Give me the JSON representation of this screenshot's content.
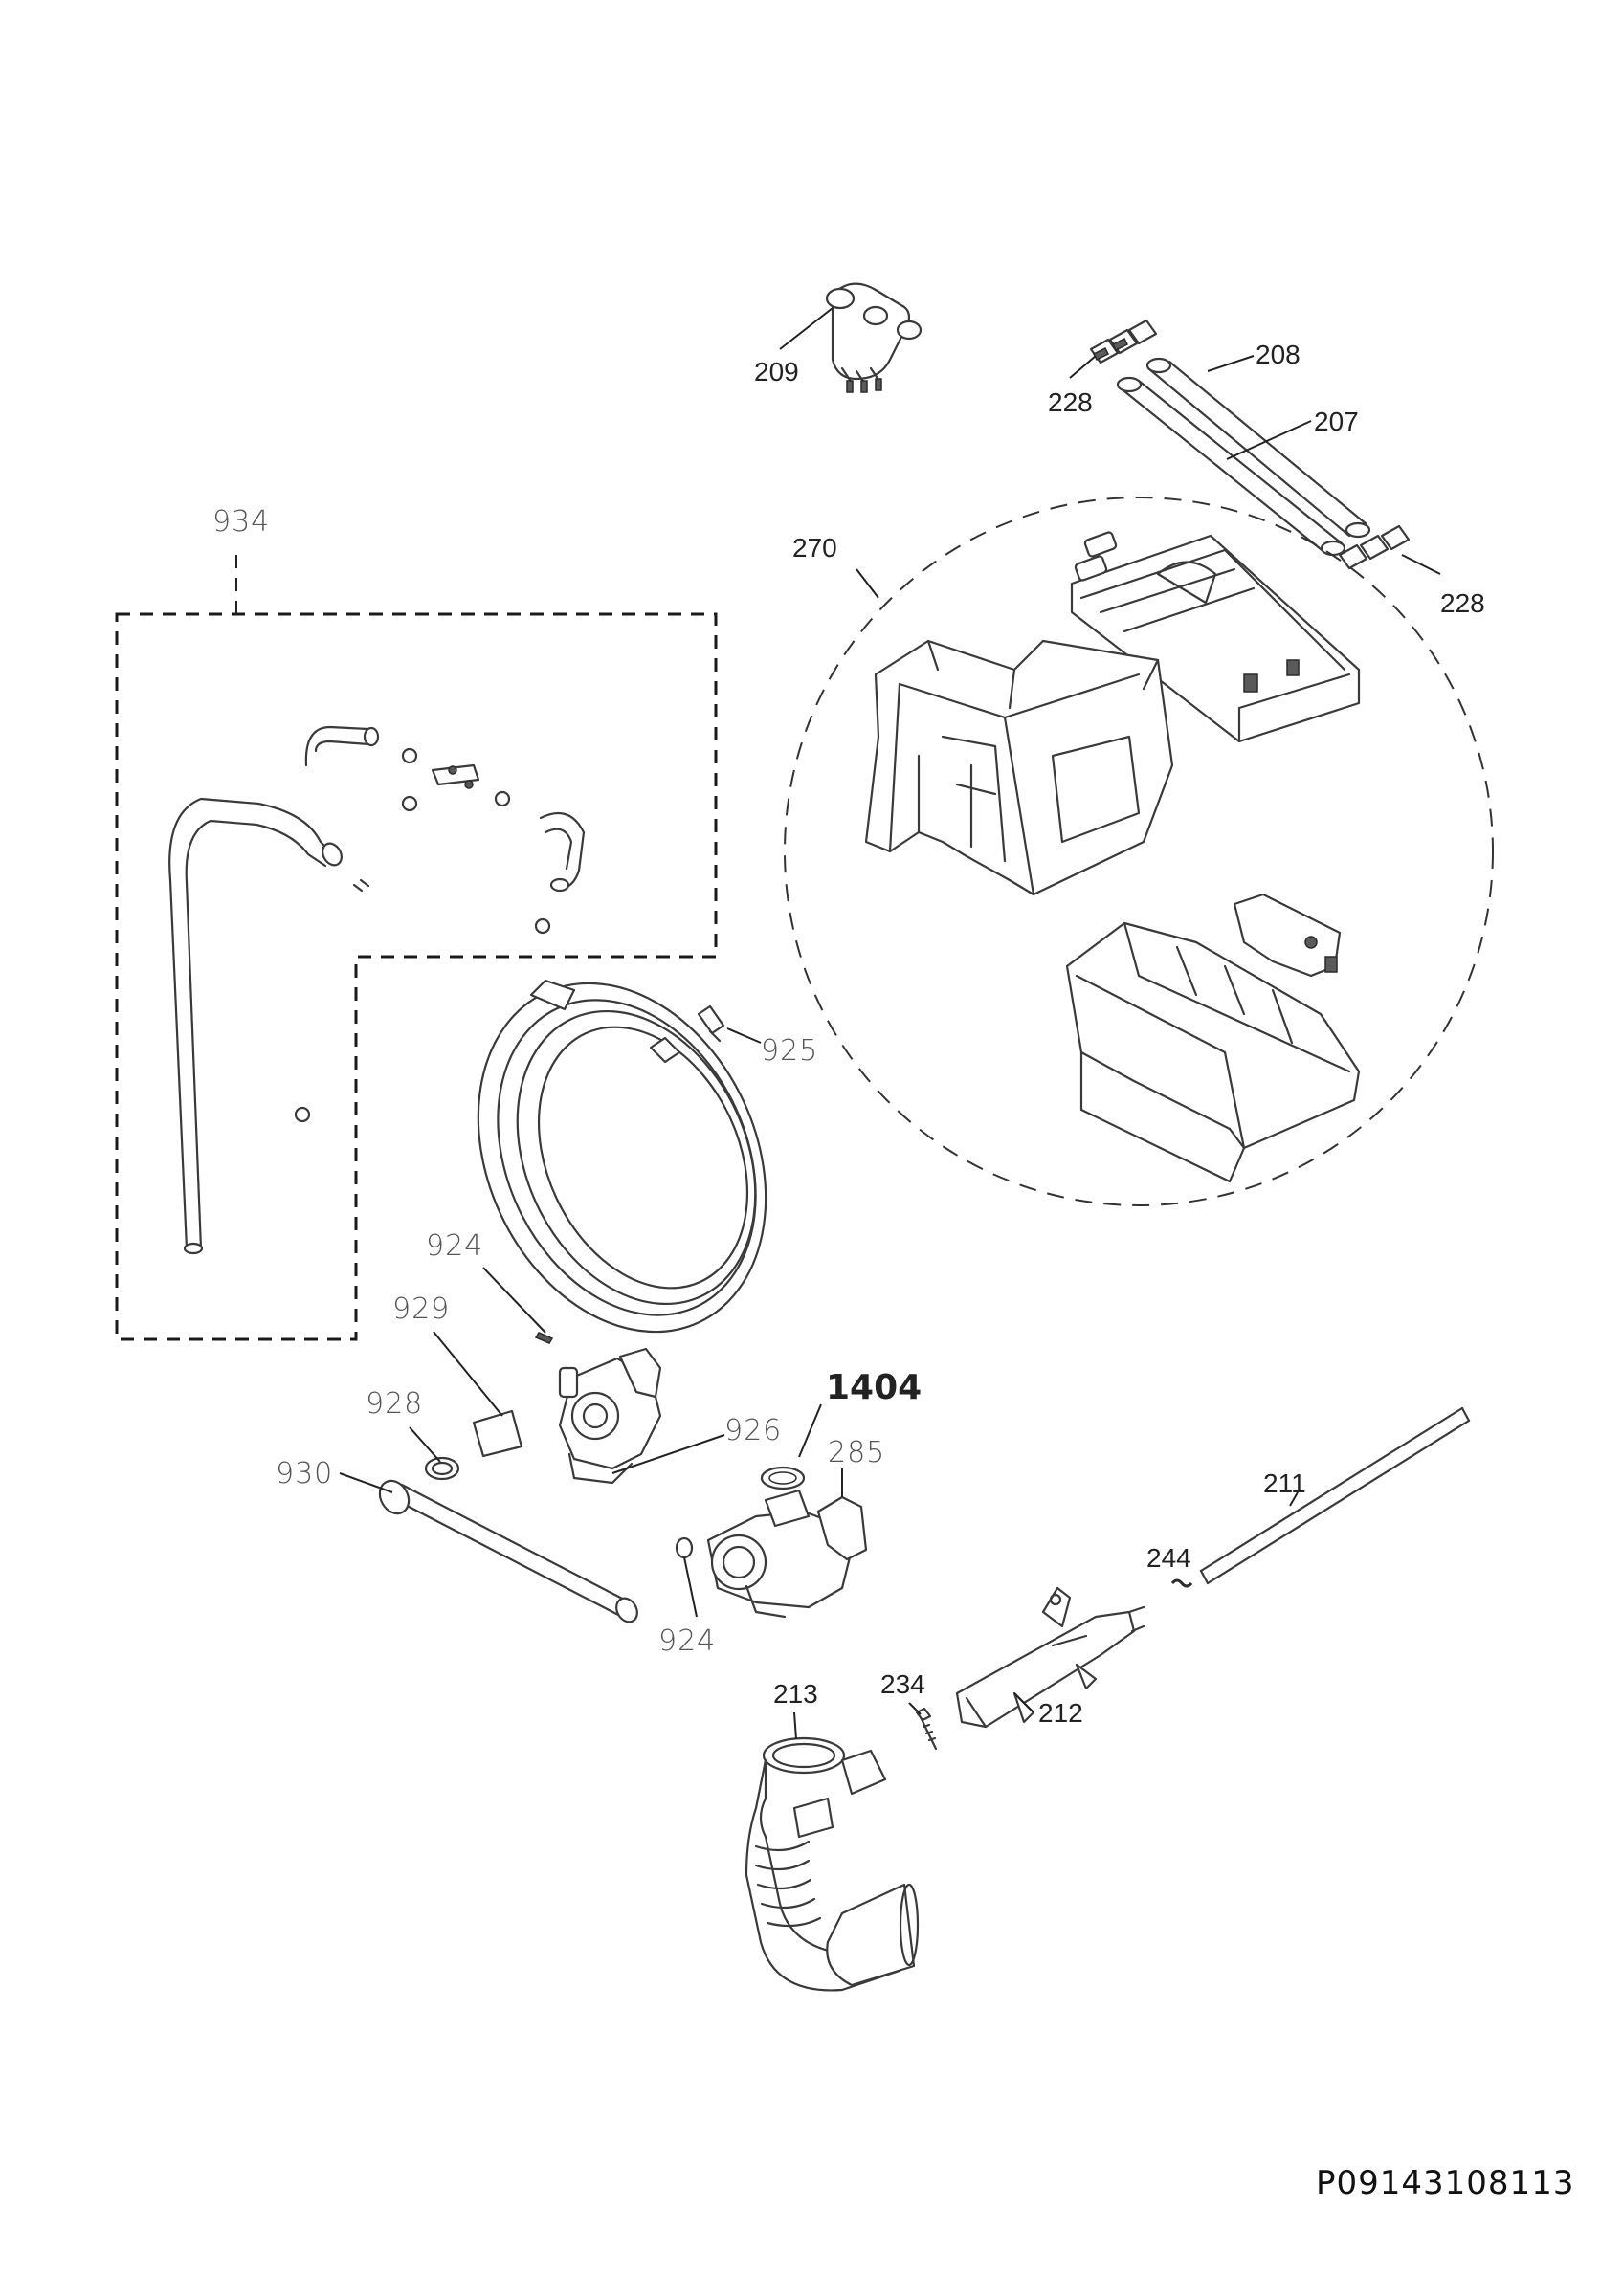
{
  "drawing_code": "P09143108113",
  "labels": {
    "209": "209",
    "228a": "228",
    "208": "208",
    "207": "207",
    "228b": "228",
    "270": "270",
    "934": "934",
    "925": "925",
    "924a": "924",
    "929": "929",
    "928": "928",
    "930": "930",
    "926": "926",
    "1404": "1404",
    "285": "285",
    "924b": "924",
    "211": "211",
    "244": "244",
    "213": "213",
    "234": "234",
    "212": "212"
  }
}
